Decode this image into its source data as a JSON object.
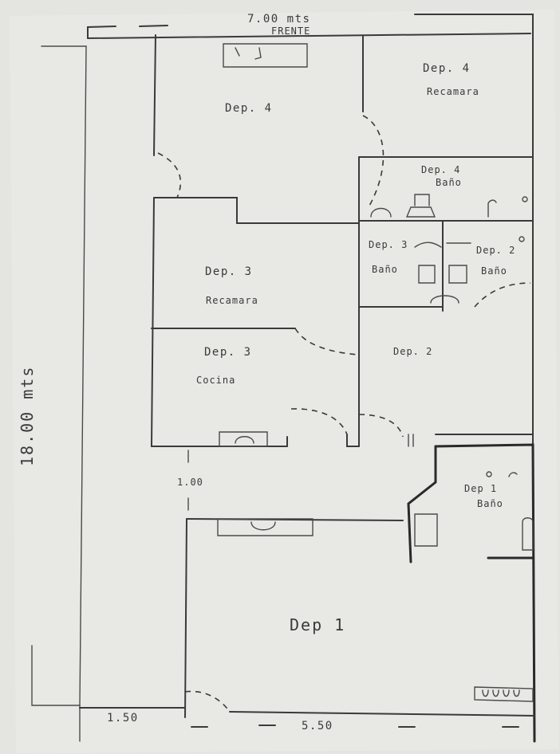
{
  "dimensions": {
    "top_width": "7.00 mts",
    "front": "FRENTE",
    "side_height": "18.00 mts",
    "corridor": "1.00",
    "bottom_left": "1.50",
    "bottom_right": "5.50"
  },
  "rooms": {
    "dep4_main": "Dep. 4",
    "dep4_bedroom_1": "Dep. 4",
    "dep4_bedroom_2": "Recamara",
    "dep4_bath_1": "Dep. 4",
    "dep4_bath_2": "Baño",
    "dep3_bath_1": "Dep. 3",
    "dep3_bath_2": "Baño",
    "dep2_bath_1": "Dep. 2",
    "dep2_bath_2": "Baño",
    "dep3_bedroom_1": "Dep. 3",
    "dep3_bedroom_2": "Recamara",
    "dep3_kitchen_1": "Dep. 3",
    "dep3_kitchen_2": "Cocina",
    "dep2": "Dep. 2",
    "dep1_bath_1": "Dep 1",
    "dep1_bath_2": "Baño",
    "dep1": "Dep 1"
  }
}
